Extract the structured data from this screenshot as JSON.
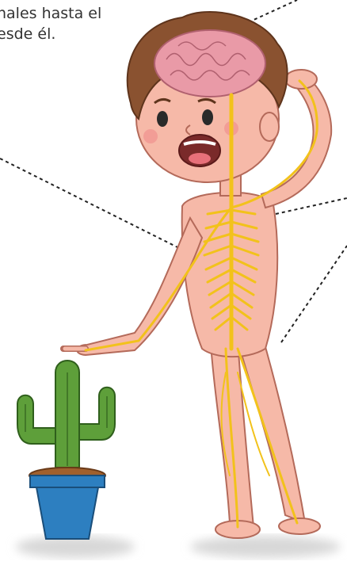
{
  "caption": {
    "line1": "nales hasta el",
    "line2": "esde él."
  },
  "colors": {
    "skin": "#F6B9A8",
    "skin_outline": "#B46A5A",
    "nerve": "#F2C21B",
    "nerve_outline": "#B88A10",
    "brain": "#E99AA7",
    "hair": "#8A5230",
    "cactus": "#5E9F3A",
    "pot": "#2D7FC0",
    "soil": "#A0602E"
  },
  "icons": {
    "figure": "nervous-system-figure",
    "cactus": "cactus-icon"
  }
}
